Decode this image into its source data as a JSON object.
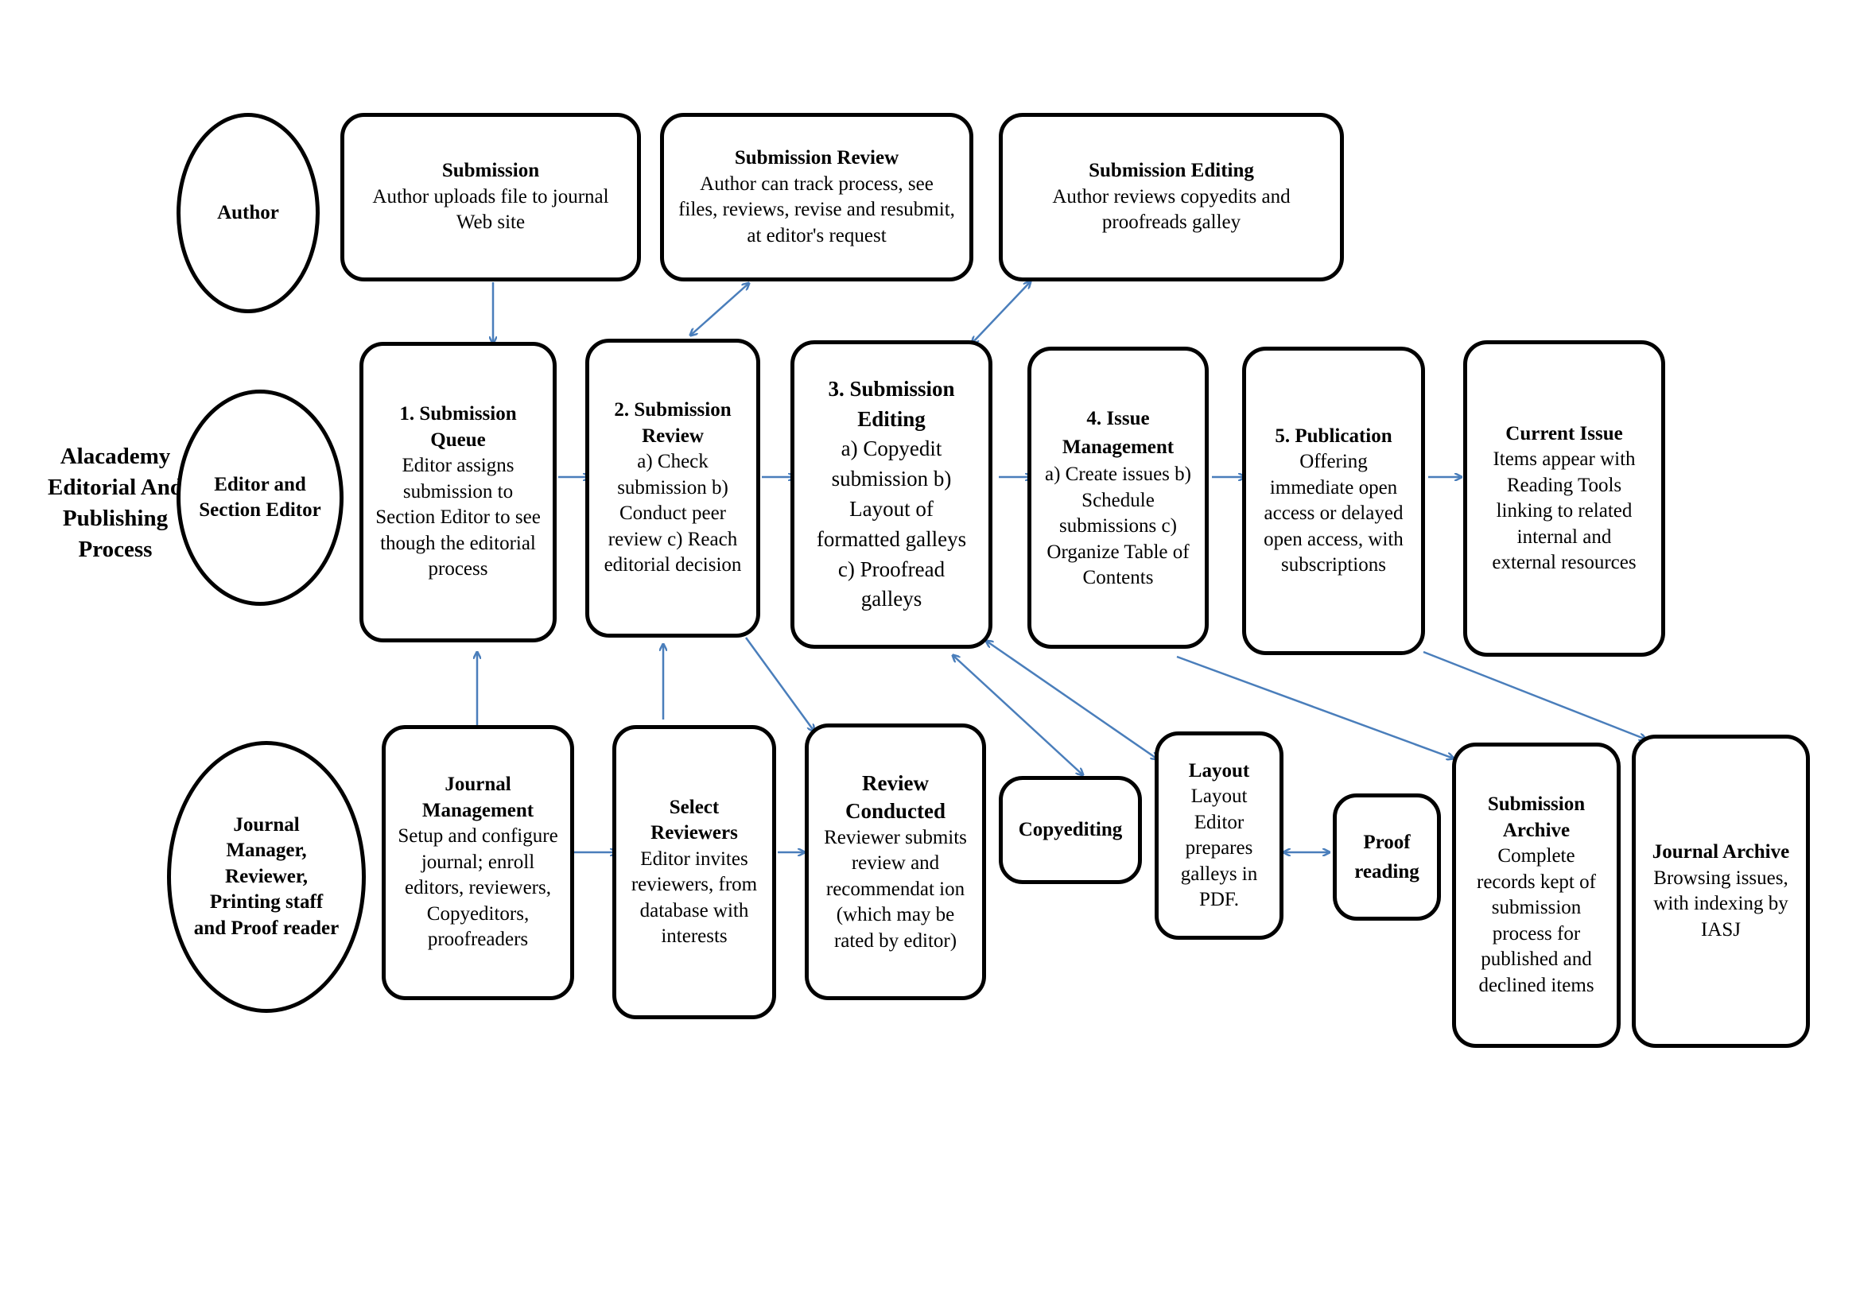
{
  "side_title": "Alacademy Editorial And Publishing Process",
  "roles": {
    "author": "Author",
    "editor": "Editor and Section Editor",
    "manager": "Journal Manager, Reviewer, Printing staff and Proof reader"
  },
  "author_row": {
    "submission": {
      "title": "Submission",
      "body": "Author uploads file to journal Web site"
    },
    "review": {
      "title": "Submission Review",
      "body": "Author can track process, see files, reviews, revise and resubmit, at editor's request"
    },
    "editing": {
      "title": "Submission Editing",
      "body": "Author reviews copyedits and proofreads galley"
    }
  },
  "editor_row": {
    "queue": {
      "title": "1.   Submission Queue",
      "body": "Editor assigns submission to Section Editor to see though the editorial process"
    },
    "review": {
      "title": "2. Submission Review",
      "body": "a) Check submission b) Conduct peer review c) Reach editorial decision"
    },
    "editing": {
      "title": "3. Submission Editing",
      "body": "a) Copyedit submission b) Layout of formatted galleys c) Proofread galleys"
    },
    "issue": {
      "title": "4. Issue Management",
      "body": "a) Create issues b) Schedule submissions c) Organize Table of Contents"
    },
    "publication": {
      "title": "5. Publication",
      "body": "Offering immediate open access or delayed open access, with subscriptions"
    },
    "current": {
      "title": "Current Issue",
      "body": "Items appear with Reading Tools linking to related internal and external resources"
    }
  },
  "bottom_row": {
    "journal_mgmt": {
      "title": "Journal Management",
      "body": "Setup and configure journal; enroll editors, reviewers, Copyeditors, proofreaders"
    },
    "select_reviewers": {
      "title": "Select Reviewers",
      "body": "Editor invites reviewers, from database with interests"
    },
    "review_conducted": {
      "title": "Review Conducted",
      "body": "Reviewer submits review and recommendat ion (which may be rated by editor)"
    },
    "copyediting": {
      "title": "Copyediting"
    },
    "layout": {
      "title": "Layout",
      "body": "Layout Editor prepares galleys in PDF."
    },
    "proof": {
      "title": "Proof reading"
    },
    "sub_archive": {
      "title": "Submission Archive",
      "body": "Complete records kept of submission process for published and declined items"
    },
    "journal_archive": {
      "title": "Journal Archive",
      "body": "Browsing issues, with indexing by IASJ"
    }
  },
  "colors": {
    "arrow": "#4a7ebb",
    "border": "#000000"
  }
}
